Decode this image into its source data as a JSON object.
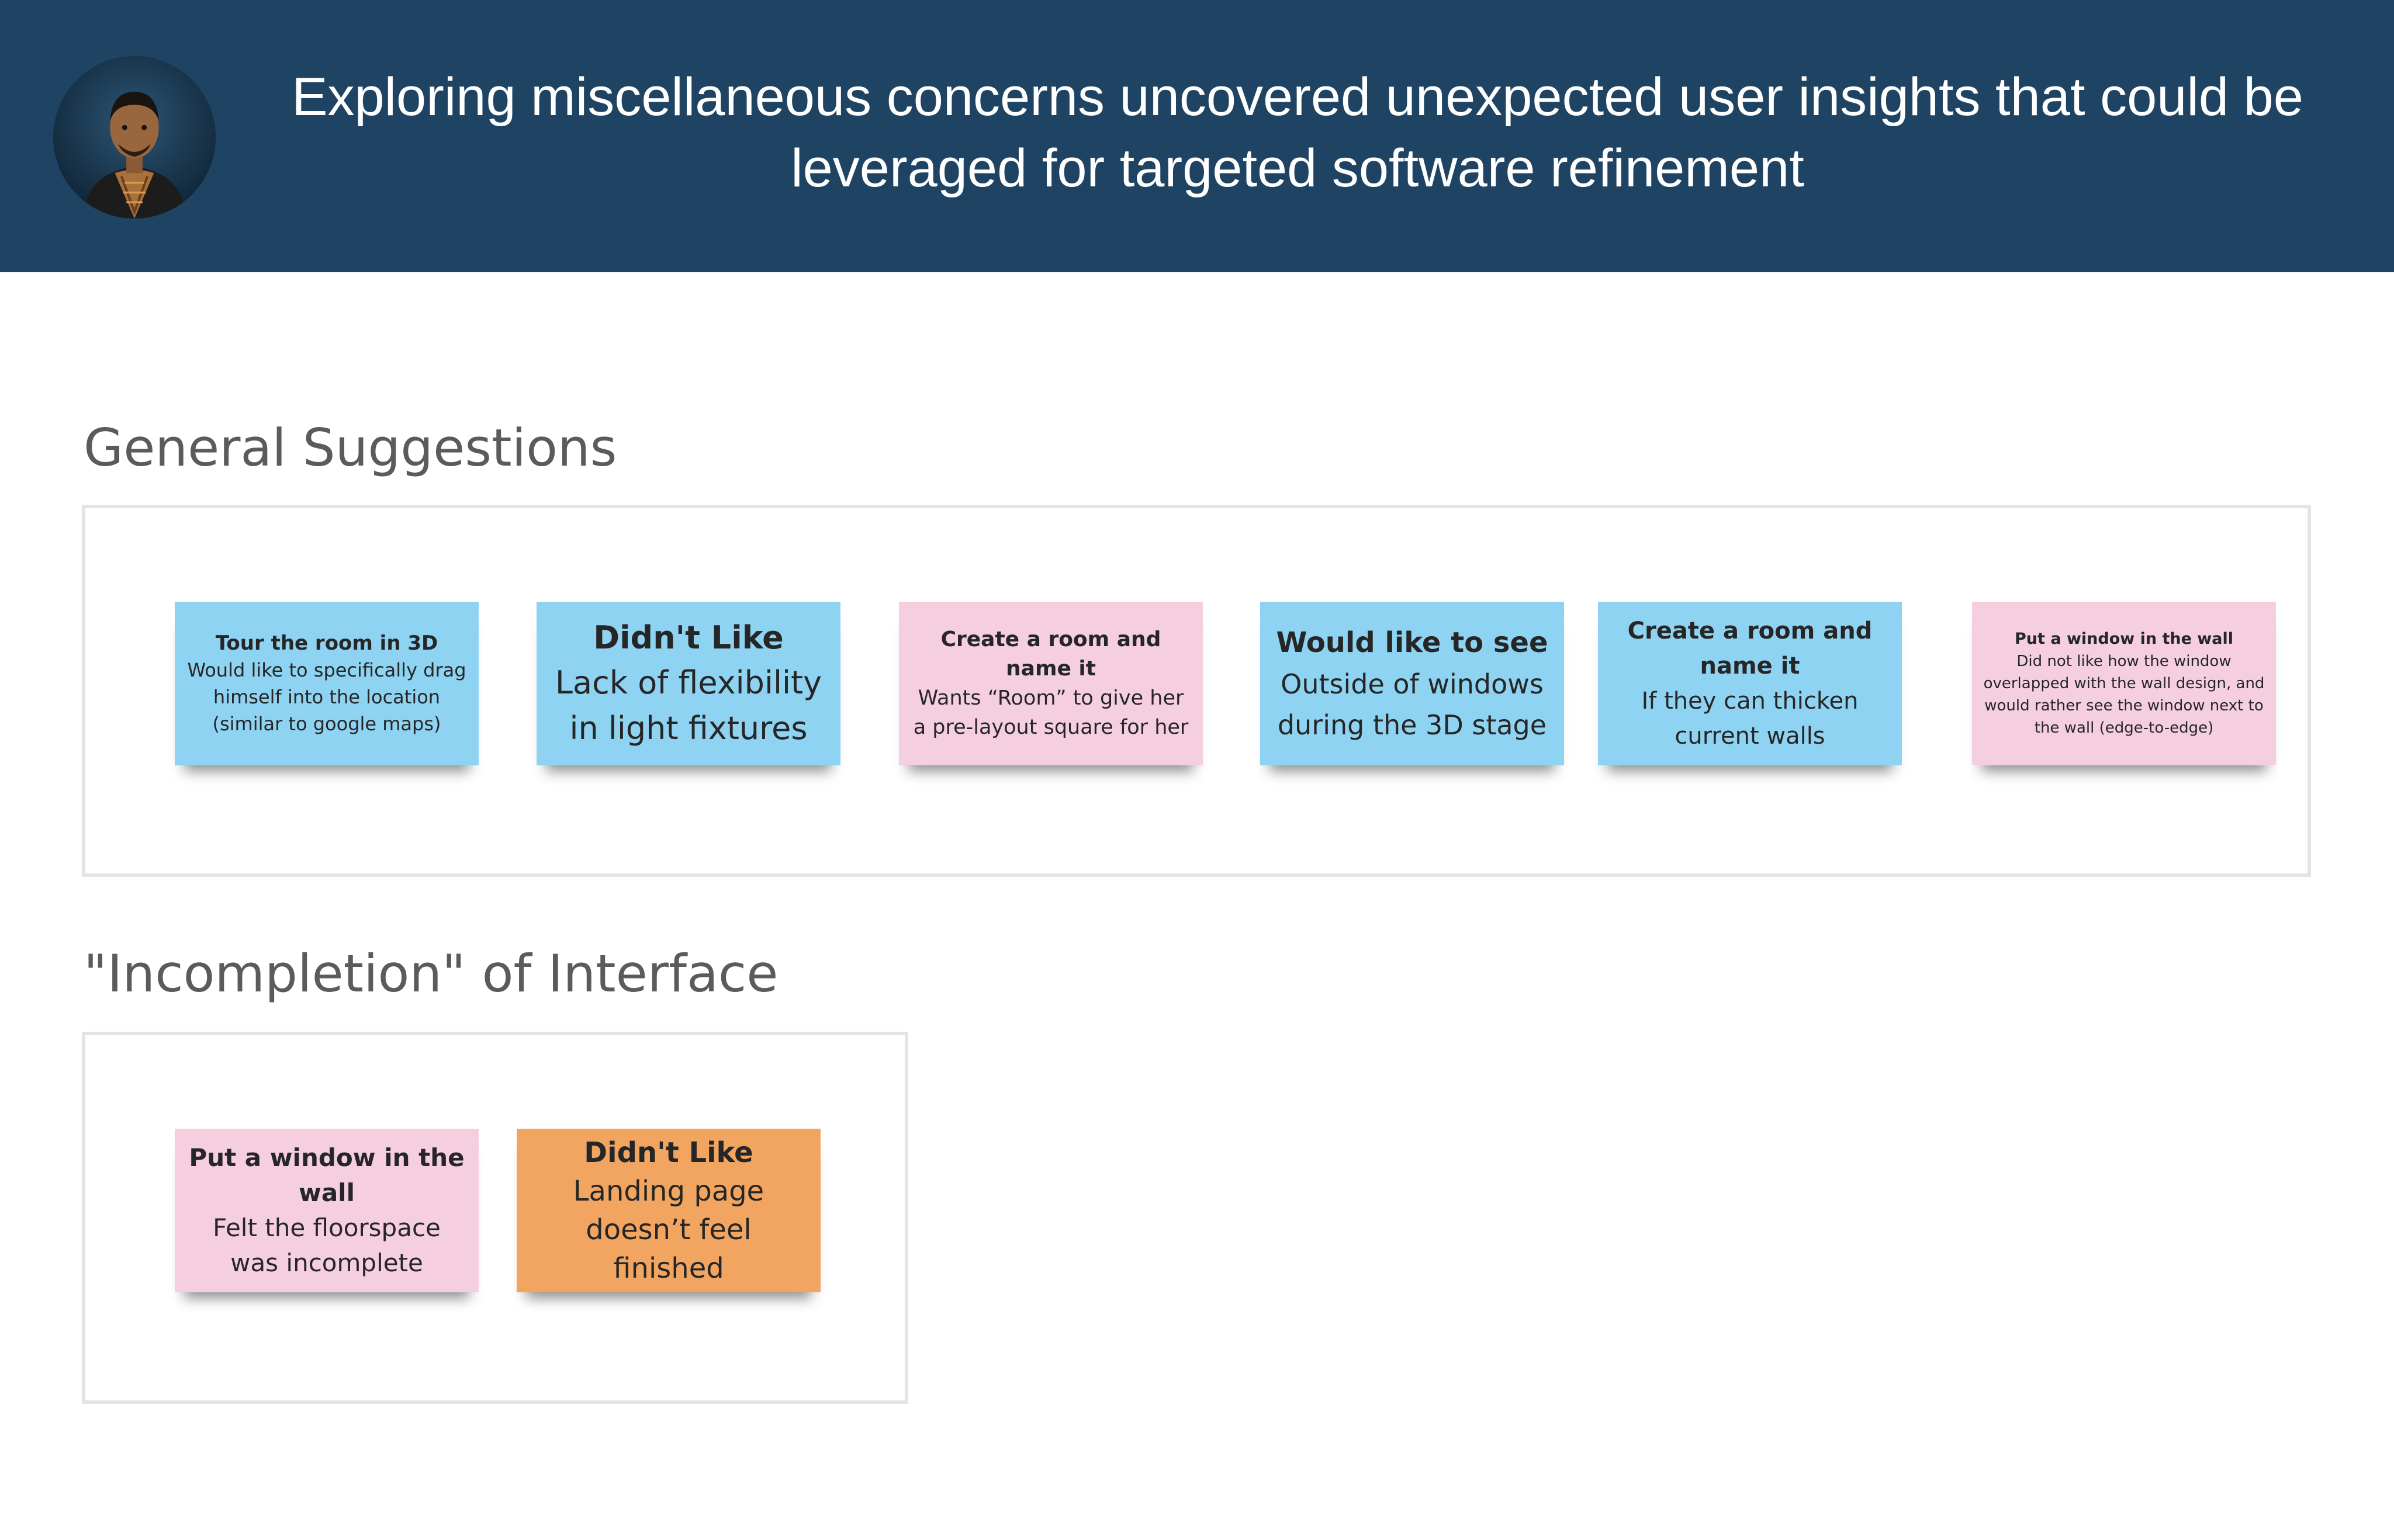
{
  "header": {
    "title": "Exploring miscellaneous concerns uncovered unexpected user insights that could be leveraged for targeted software refinement"
  },
  "sections": [
    {
      "title": "General Suggestions",
      "notes": [
        {
          "heading": "Tour the room in 3D",
          "body": "Would like to specifically drag himself into the location (similar to google maps)",
          "color": "blue"
        },
        {
          "heading": "Didn't Like",
          "body": "Lack of flexibility in light fixtures",
          "color": "blue"
        },
        {
          "heading": "Create a room and name it",
          "body": "Wants “Room” to give her a pre-layout square for her",
          "color": "pink"
        },
        {
          "heading": "Would like to see",
          "body": "Outside of windows during the 3D stage",
          "color": "blue"
        },
        {
          "heading": "Create a room and name it",
          "body": "If they can thicken current walls",
          "color": "blue"
        },
        {
          "heading": "Put a window in the wall",
          "body": "Did not like how the window overlapped with the wall design, and would rather see the window next to the wall (edge-to-edge)",
          "color": "pink"
        }
      ]
    },
    {
      "title": "\"Incompletion\" of Interface",
      "notes": [
        {
          "heading": "Put a window in the wall",
          "body": "Felt the floorspace was incomplete",
          "color": "pink"
        },
        {
          "heading": "Didn't Like",
          "body": "Landing page doesn’t feel finished",
          "color": "orange"
        }
      ]
    }
  ],
  "colors": {
    "header_bg": "#1f4463",
    "note_blue": "#8fd3f2",
    "note_pink": "#f5cfe0",
    "note_orange": "#f2a560"
  }
}
